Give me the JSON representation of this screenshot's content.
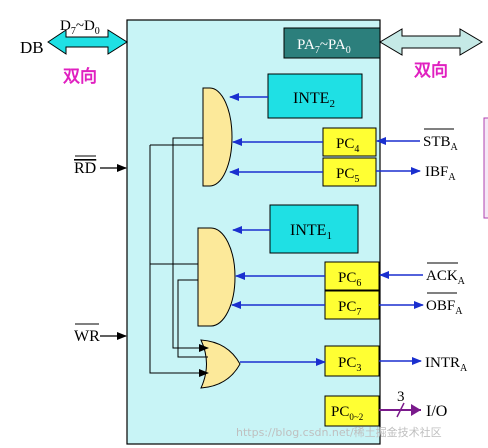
{
  "bus_left": {
    "label": "DB",
    "bus_name": "D",
    "bus_sub_hi": "7",
    "bus_sep": "~D",
    "bus_sub_lo": "0",
    "direction": "双向"
  },
  "port_box": {
    "text_a": "PA",
    "sub_a": "7",
    "text_b": "~PA",
    "sub_b": "0"
  },
  "bus_right": {
    "direction": "双向"
  },
  "inte2": {
    "text": "INTE",
    "sub": "2"
  },
  "inte1": {
    "text": "INTE",
    "sub": "1"
  },
  "pins": {
    "pc4": {
      "text": "PC",
      "sub": "4"
    },
    "pc5": {
      "text": "PC",
      "sub": "5"
    },
    "pc6": {
      "text": "PC",
      "sub": "6"
    },
    "pc7": {
      "text": "PC",
      "sub": "7"
    },
    "pc3": {
      "text": "PC",
      "sub": "3"
    },
    "pc02": {
      "text": "PC",
      "sub": "0~2"
    }
  },
  "signals": {
    "rd": "RD",
    "wr": "WR",
    "stb": {
      "text": "STB",
      "sub": "A"
    },
    "ibf": {
      "text": "IBF",
      "sub": "A"
    },
    "ack": {
      "text": "ACK",
      "sub": "A"
    },
    "obf": {
      "text": "OBF",
      "sub": "A"
    },
    "intr": {
      "text": "INTR",
      "sub": "A"
    },
    "io": "I/O",
    "io_width": "3"
  },
  "watermark": "https://blog.csdn.net/稀土掘金技术社区",
  "colors": {
    "panel": "#c8f4f6",
    "teal_box": "#2c7f7c",
    "cyan_box": "#1fe0e4",
    "yellow": "#ffff33",
    "gate": "#fce99a",
    "line_blue": "#1a2fcf",
    "io_line": "#7a1a8c",
    "cjk": "#e020c0",
    "right_arrow": "#c5e9e6"
  }
}
